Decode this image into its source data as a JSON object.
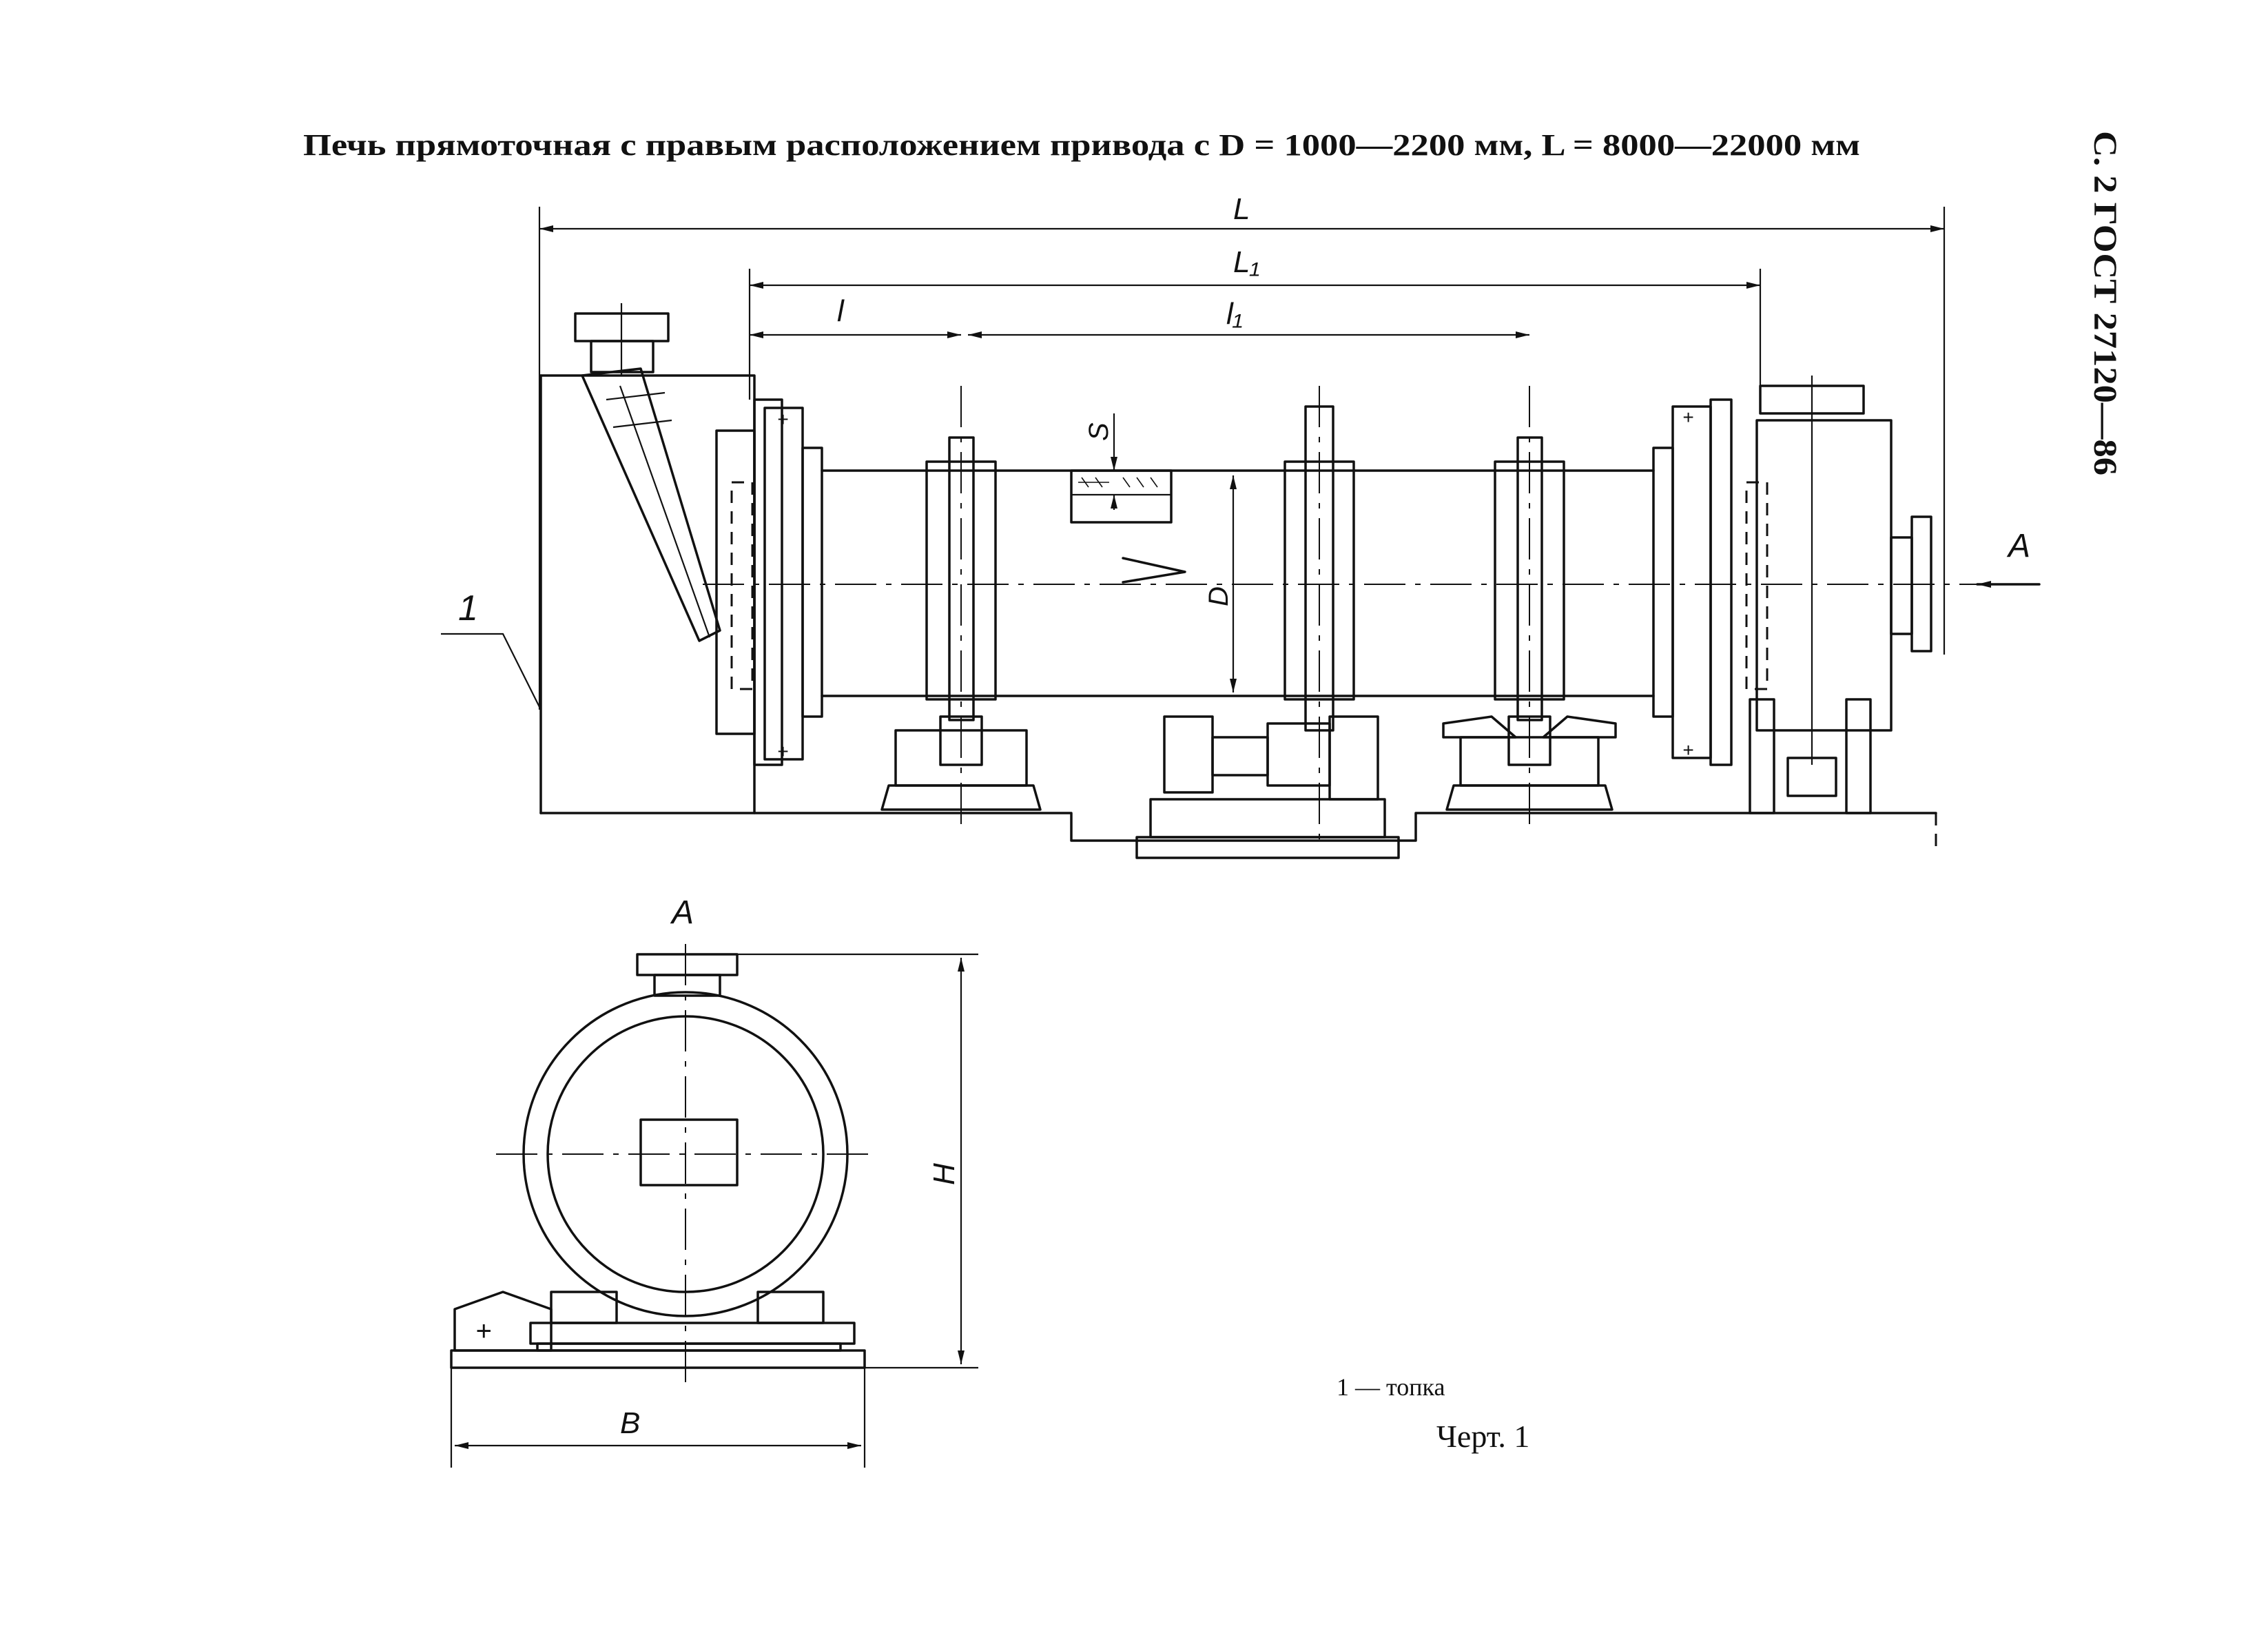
{
  "title": "Печь прямоточная с правым расположением привода  с D = 1000—2200 мм, L = 8000—22000 мм",
  "page_header": "С. 2 ГОСТ 27120—86",
  "dimensions": {
    "L": "L",
    "L1": "L₁",
    "l": "l",
    "l1": "l₁",
    "S": "S",
    "D": "D",
    "H": "H",
    "B": "B"
  },
  "view_marker": "A",
  "callout": "1",
  "plus_sign": "+",
  "legend": "1 — топка",
  "caption": "Черт. 1"
}
